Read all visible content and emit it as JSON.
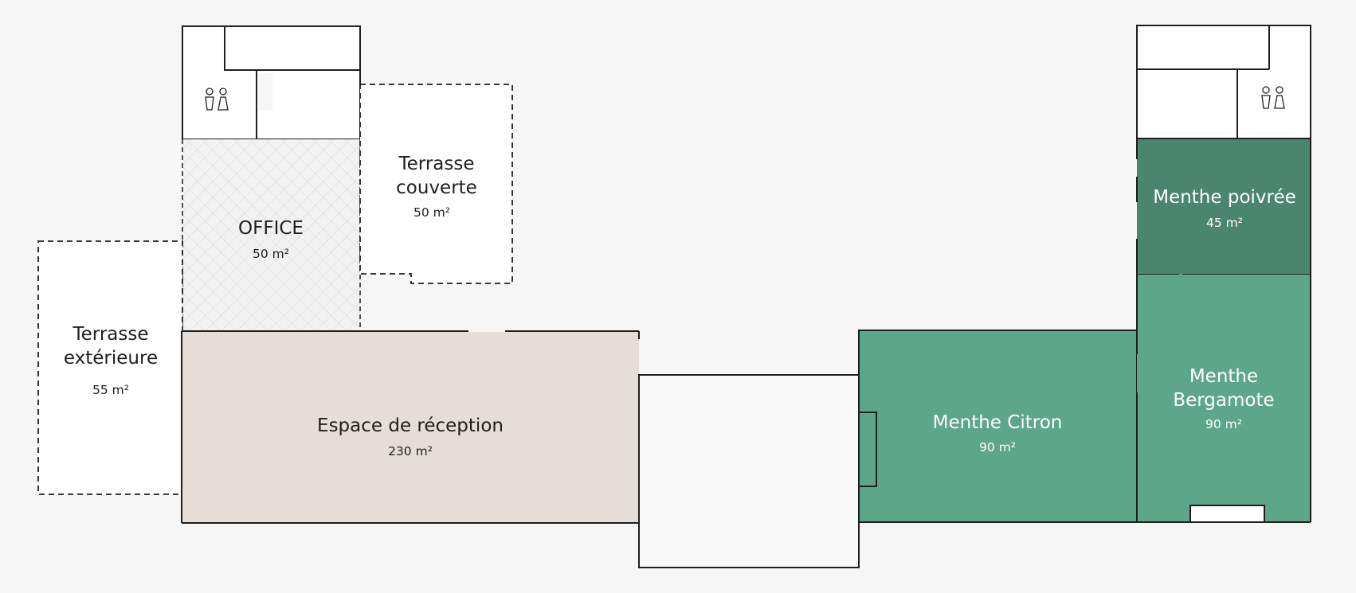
{
  "colors": {
    "background": "#f6f6f6",
    "reception": "#e4ddd8",
    "mint": "#5ea68a",
    "mint_dark": "#4a8570",
    "wall": "#1f1f1f"
  },
  "rooms": {
    "office": {
      "name": "OFFICE",
      "area": "50 m²"
    },
    "terrasse_couverte": {
      "name_line1": "Terrasse",
      "name_line2": "couverte",
      "area": "50 m²"
    },
    "terrasse_exterieure": {
      "name_line1": "Terrasse",
      "name_line2": "extérieure",
      "area": "55 m²"
    },
    "reception": {
      "name": "Espace de réception",
      "area": "230 m²"
    },
    "menthe_citron": {
      "name": "Menthe Citron",
      "area": "90 m²"
    },
    "menthe_poivree": {
      "name": "Menthe poivrée",
      "area": "45 m²"
    },
    "menthe_bergamote": {
      "name_line1": "Menthe",
      "name_line2": "Bergamote",
      "area": "90 m²"
    }
  },
  "icons": {
    "restroom_left": "restroom-icon",
    "restroom_right": "restroom-icon"
  }
}
